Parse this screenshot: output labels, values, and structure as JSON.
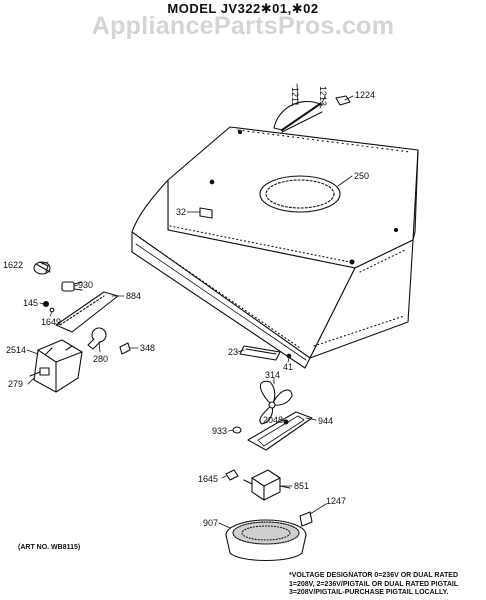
{
  "header": {
    "title": "MODEL JV322✱01,✱02",
    "watermark": "AppliancePartsPros.com"
  },
  "parts": [
    {
      "id": "p1211",
      "label": "1211"
    },
    {
      "id": "p1213",
      "label": "1213"
    },
    {
      "id": "p1224",
      "label": "1224"
    },
    {
      "id": "p250",
      "label": "250"
    },
    {
      "id": "p32",
      "label": "32"
    },
    {
      "id": "p1622",
      "label": "1622"
    },
    {
      "id": "p930",
      "label": "930"
    },
    {
      "id": "p884",
      "label": "884"
    },
    {
      "id": "p145",
      "label": "145"
    },
    {
      "id": "p1649",
      "label": "1649"
    },
    {
      "id": "p2514",
      "label": "2514"
    },
    {
      "id": "p280",
      "label": "280"
    },
    {
      "id": "p348",
      "label": "348"
    },
    {
      "id": "p279",
      "label": "279"
    },
    {
      "id": "p23",
      "label": "23"
    },
    {
      "id": "p41",
      "label": "41"
    },
    {
      "id": "p314",
      "label": "314"
    },
    {
      "id": "p2048",
      "label": "2048"
    },
    {
      "id": "p944",
      "label": "944"
    },
    {
      "id": "p933",
      "label": "933"
    },
    {
      "id": "p1645",
      "label": "1645"
    },
    {
      "id": "p851",
      "label": "851"
    },
    {
      "id": "p1247",
      "label": "1247"
    },
    {
      "id": "p907",
      "label": "907"
    }
  ],
  "footer": {
    "art_number": "(ART NO. WB8115)",
    "note_lines": [
      "*VOLTAGE DESIGNATOR 0=236V OR DUAL RATED",
      "1=208V, 2=236V/PIGTAIL OR DUAL RATED PIGTAIL",
      "3=208V/PIGTAIL-PURCHASE PIGTAIL LOCALLY."
    ]
  }
}
